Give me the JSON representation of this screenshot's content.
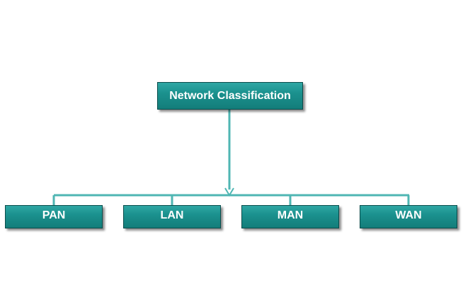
{
  "root": {
    "label": "Network Classification"
  },
  "children": [
    {
      "label": "PAN"
    },
    {
      "label": "LAN"
    },
    {
      "label": "MAN"
    },
    {
      "label": "WAN"
    }
  ],
  "colors": {
    "node_fill": "#1b918e",
    "node_border": "#0a4c4b",
    "connector": "#4fb6b3",
    "text": "#ffffff"
  }
}
